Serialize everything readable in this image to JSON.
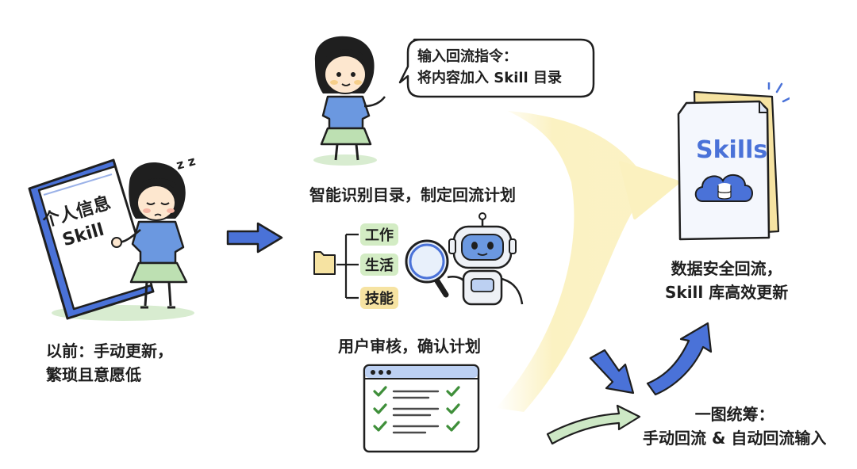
{
  "before": {
    "book_title_line1": "个人信息",
    "book_title_line2": "Skill",
    "zzz": "z z",
    "caption_line1": "以前：手动更新，",
    "caption_line2": "繁琐且意愿低"
  },
  "instruction": {
    "bubble_line1": "输入回流指令：",
    "bubble_line2": "将内容加入 Skill 目录"
  },
  "planning": {
    "caption": "智能识别目录，制定回流计划",
    "folder_tags": [
      "工作",
      "生活",
      "技能"
    ]
  },
  "review": {
    "caption": "用户审核，确认计划"
  },
  "skills_book": {
    "title": "Skills"
  },
  "result": {
    "caption_line1": "数据安全回流，",
    "caption_line2": "Skill 库高效更新"
  },
  "summary": {
    "caption_line1": "一图统筹：",
    "caption_line2": "手动回流 & 自动回流输入"
  },
  "colors": {
    "blue_accent": "#4a72d8",
    "shirt_blue": "#6b98e0",
    "skirt_green": "#bde0b2",
    "tag_green": "#d3ecc4",
    "highlight_yellow": "#fbf1bf",
    "folder_yellow": "#f6e3a2",
    "outline": "#1f1f1f"
  }
}
